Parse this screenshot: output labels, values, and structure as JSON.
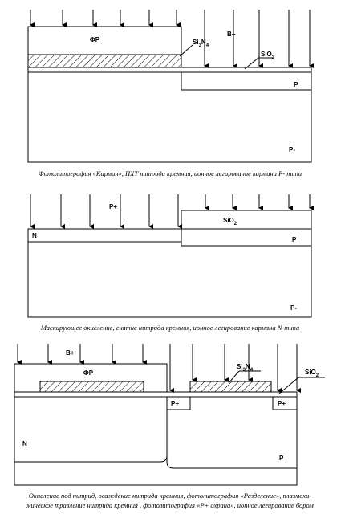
{
  "panel1": {
    "ion_label": "B+",
    "resist_label": "ФР",
    "nitride_label": "Si3N4",
    "oxide_label": "SiO2",
    "pocket_label": "P",
    "substrate_label": "P-",
    "caption": "Фотолитография «Карман», ПХТ нитрида кремния, ионное легирование кармана Р- типа"
  },
  "panel2": {
    "ion_label": "P+",
    "oxide_label": "SiO2",
    "n_label": "N",
    "pocket_label": "P",
    "substrate_label": "P-",
    "caption": "Маскирующее окисление, снятие нитрида кремния, ионное легирование кармана N-типа"
  },
  "panel3": {
    "ion_label": "B+",
    "resist_label": "ФР",
    "nitride_label": "Si3N4",
    "oxide_label": "SiO2",
    "pplus_left": "P+",
    "pplus_right": "P+",
    "n_label": "N",
    "p_label": "P",
    "caption_line1": "Окисление под нитрид, осаждение  нитрида кремния, фотолитография «Разделение», плазмохи-",
    "caption_line2": "мическое травление нитрида кремния , фотолитография «Р+ охрана», ионное легирование бором"
  }
}
